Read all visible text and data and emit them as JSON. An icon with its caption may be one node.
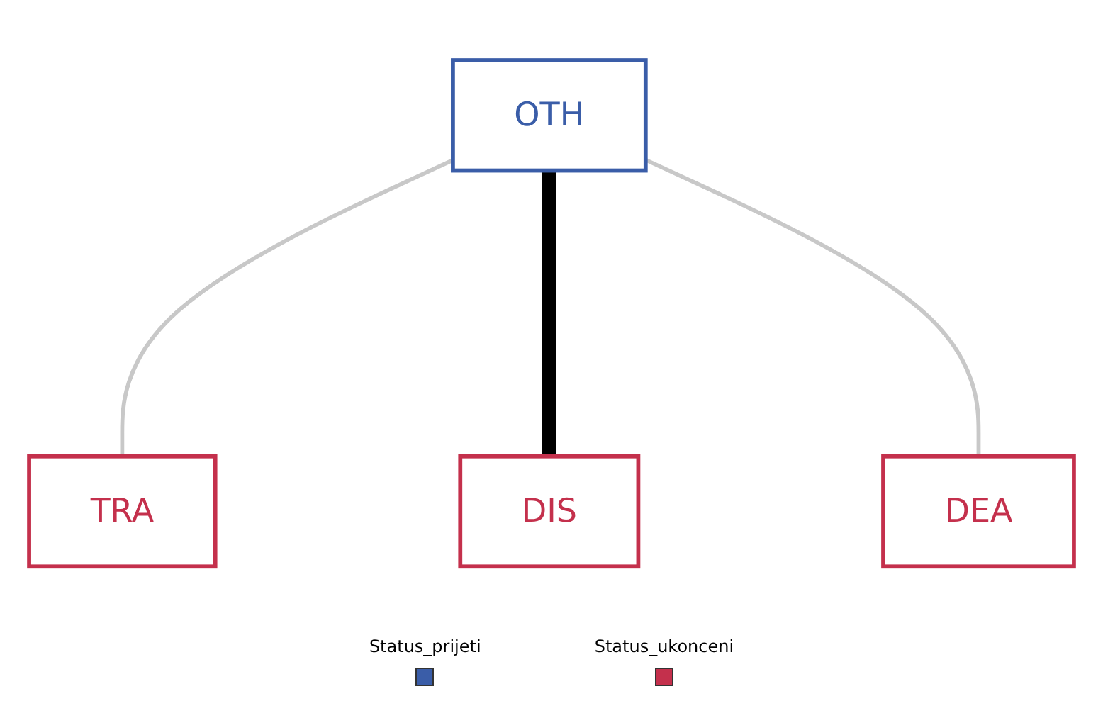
{
  "diagram": {
    "nodes": [
      {
        "text": [
          "OTH"
        ]
      },
      {
        "text": [
          "TRA"
        ]
      },
      {
        "text": [
          "DEA"
        ]
      },
      {
        "text": [
          "DIS"
        ]
      }
    ],
    "edges": [
      {
        "from": 0,
        "to": 1,
        "arrow": "none"
      },
      {
        "from": 0,
        "to": 3,
        "arrow": "none",
        "style": "thick",
        "color": "#000000"
      },
      {
        "from": 0,
        "to": 2,
        "arrow": "none"
      }
    ],
    "legend": [
      {
        "text": "Status_prijeti",
        "color": "#3a5da8"
      },
      {
        "text": "Status_ukonceni",
        "color": "#c4304c"
      }
    ]
  }
}
